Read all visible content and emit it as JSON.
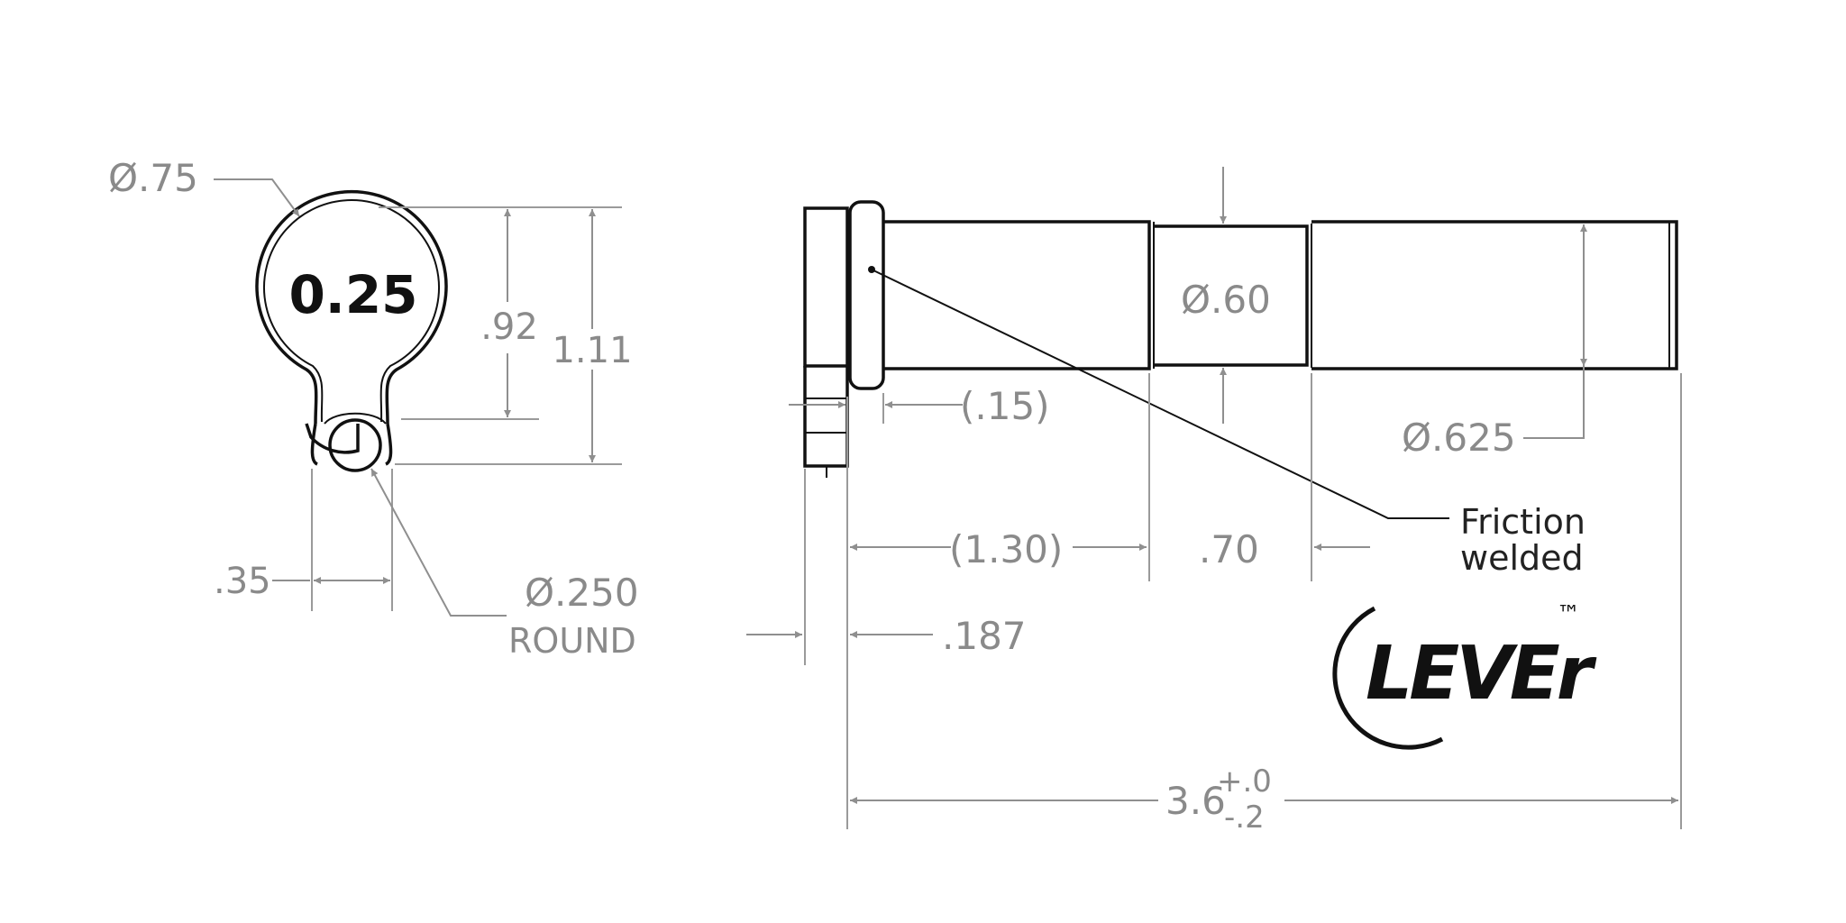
{
  "tag_view": {
    "tag_value": "0.25",
    "dia_label": "Ø.75",
    "height_inner": ".92",
    "height_outer": "1.11",
    "width_slot": ".35",
    "ball_dia": "Ø.250",
    "ball_note": "ROUND"
  },
  "pin_view": {
    "dia_neck": "Ø.60",
    "dia_shaft": "Ø.625",
    "len_collar": "(.15)",
    "len_first": "(1.30)",
    "len_neck": ".70",
    "len_head": ".187",
    "len_total_main": "3.6",
    "tol_plus": "+.0",
    "tol_minus": "-.2",
    "note_line1": "Friction",
    "note_line2": "welded"
  },
  "logo": {
    "text": "LEVEr",
    "trademark": "™"
  }
}
